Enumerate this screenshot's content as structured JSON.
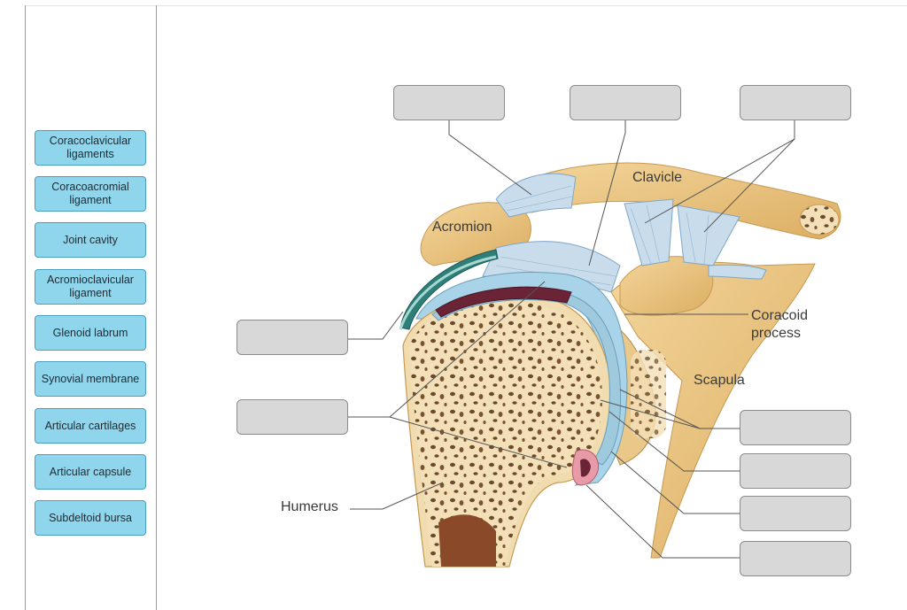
{
  "terms": [
    "Coracoclavicular\nligaments",
    "Coracoacromial\nligament",
    "Joint cavity",
    "Acromioclavicular\nligament",
    "Glenoid labrum",
    "Synovial membrane",
    "Articular cartilages",
    "Articular capsule",
    "Subdeltoid bursa"
  ],
  "figure_labels": {
    "clavicle": "Clavicle",
    "acromion": "Acromion",
    "coracoid": "Coracoid\nprocess",
    "scapula": "Scapula",
    "humerus": "Humerus"
  },
  "drop_targets": [
    "",
    "",
    "",
    "",
    "",
    "",
    "",
    "",
    ""
  ],
  "colors": {
    "term_bg": "#8fd6ec",
    "target_bg": "#d8d8d9",
    "bone": "#eac27e",
    "ligament": "#c8dcec"
  }
}
